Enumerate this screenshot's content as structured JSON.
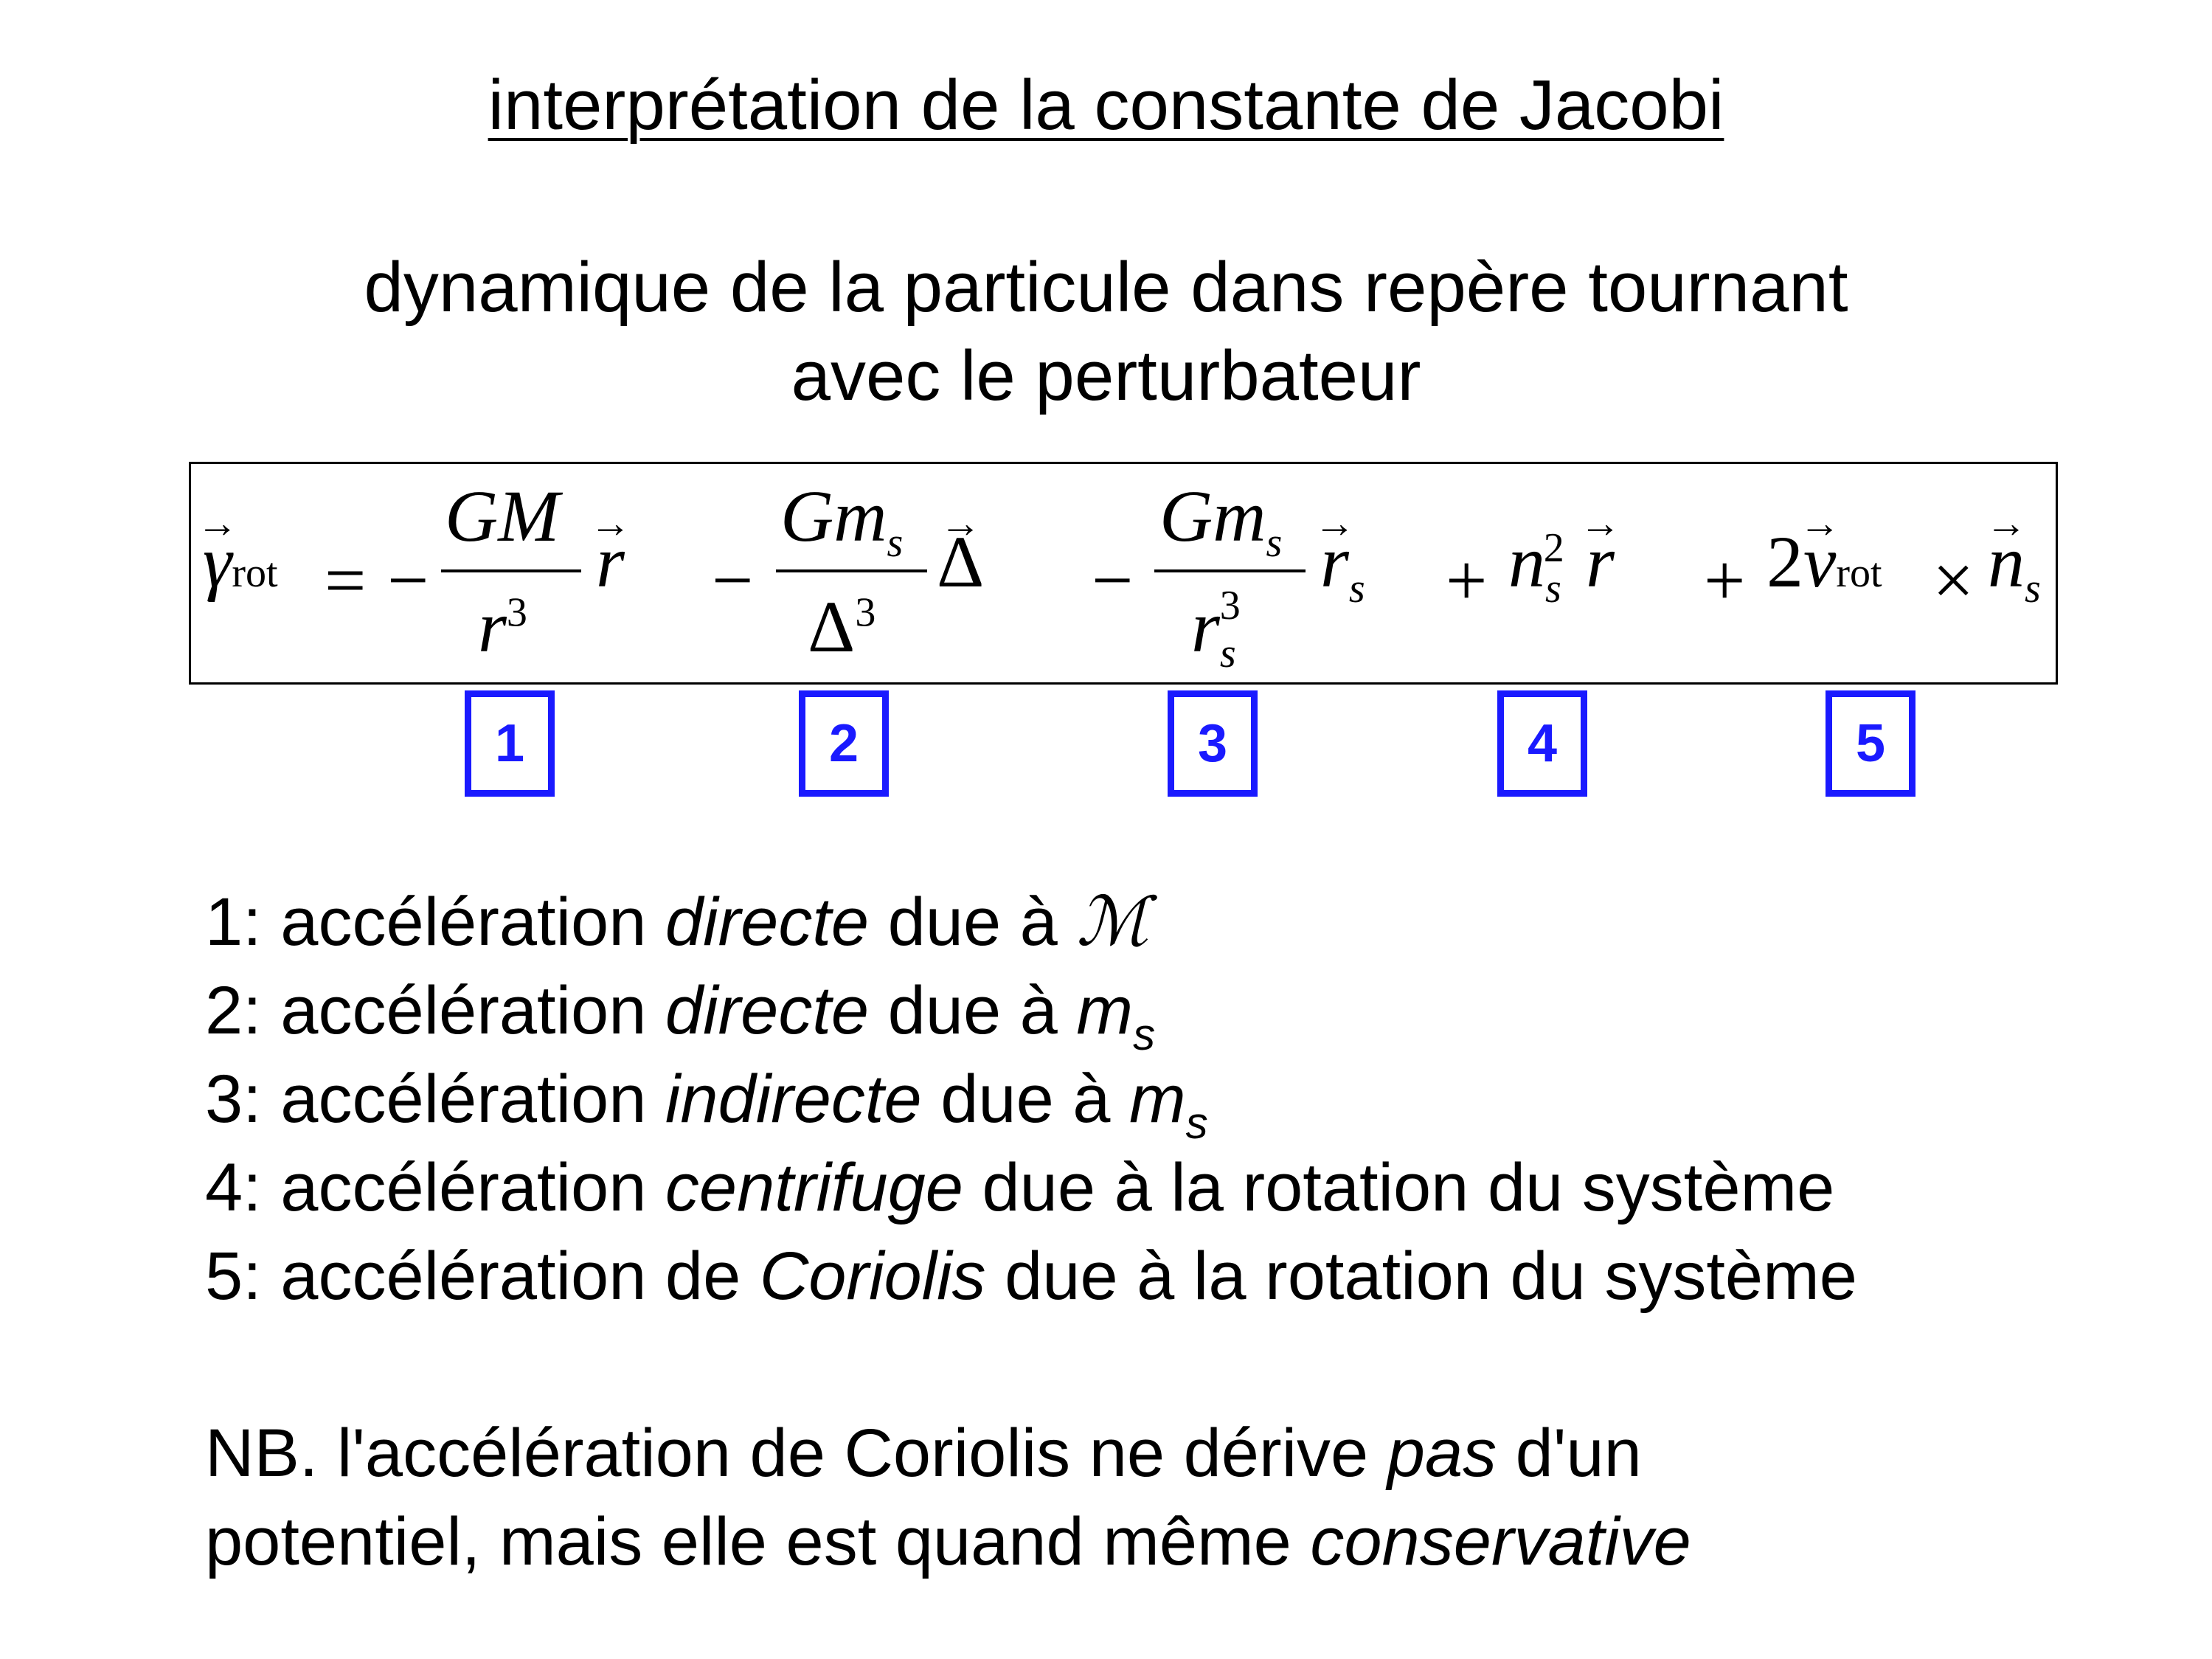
{
  "title": "interprétation de la constante de Jacobi",
  "subtitle": {
    "line1": "dynamique de la particule dans repère tournant",
    "line2": "avec le perturbateur"
  },
  "equation": {
    "gamma": "γ",
    "rot": "rot",
    "equals": "=",
    "minus": "−",
    "plus": "+",
    "times": "×",
    "GM": "GM",
    "Gm": "Gm",
    "r": "r",
    "s": "s",
    "three": "3",
    "two": "2",
    "Delta": "Δ",
    "n": "n",
    "v": "v",
    "coef2": "2",
    "arrow": "→"
  },
  "term_labels": [
    "1",
    "2",
    "3",
    "4",
    "5"
  ],
  "legend": [
    {
      "prefix": "1: accélération ",
      "em": "directe",
      "suffix": " due à ",
      "symbol": "ℳ",
      "symbol_sub": ""
    },
    {
      "prefix": "2: accélération ",
      "em": "directe",
      "suffix": " due à ",
      "symbol": "m",
      "symbol_sub": "s"
    },
    {
      "prefix": "3: accélération ",
      "em": "indirecte",
      "suffix": " due à ",
      "symbol": "m",
      "symbol_sub": "s"
    },
    {
      "prefix": "4: accélération ",
      "em": "centrifuge",
      "suffix": " due à la rotation du système",
      "symbol": "",
      "symbol_sub": ""
    },
    {
      "prefix": "5: accélération de ",
      "em": "Coriolis",
      "suffix": " due à la rotation du système",
      "symbol": "",
      "symbol_sub": ""
    }
  ],
  "note": {
    "line1_a": "NB. l'accélération de Coriolis ne dérive ",
    "line1_em": "pas",
    "line1_b": " d'un",
    "line2_a": "potentiel, mais elle est quand même ",
    "line2_em": "conservative"
  },
  "colors": {
    "box_blue": "#1a1aff",
    "text": "#000000",
    "background": "#ffffff"
  }
}
